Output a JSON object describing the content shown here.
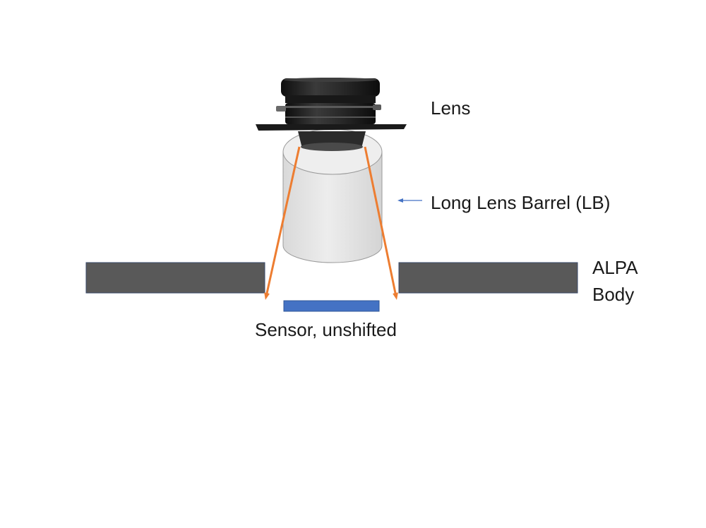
{
  "labels": {
    "lens": "Lens",
    "barrel": "Long Lens Barrel (LB)",
    "body_line1": "ALPA",
    "body_line2": "Body",
    "sensor": "Sensor, unshifted"
  },
  "colors": {
    "body": "#595959",
    "body_edge": "#3a4a6b",
    "sensor": "#4472c4",
    "sensor_edge": "#2f5597",
    "rays": "#ed7d31",
    "pointer_arrow": "#4472c4",
    "barrel_fill": "#e6e6e6",
    "barrel_edge": "#9a9a9a",
    "lens_dark": "#1c1c1c"
  },
  "icons": {
    "lens": "lens-photo-icon",
    "pointer": "arrow-left-icon"
  }
}
